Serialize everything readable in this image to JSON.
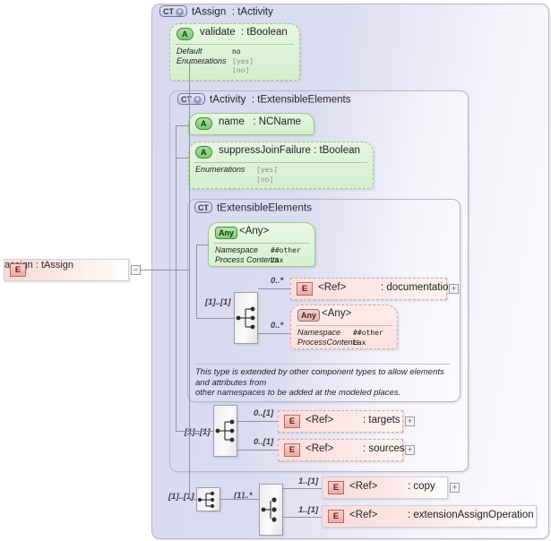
{
  "diagram": {
    "kind": "xml-schema-component-diagram",
    "root_element": {
      "badge": "E",
      "name": "assign",
      "type": ": tAssign"
    }
  },
  "frames": [
    {
      "id": "tAssign",
      "badge": "CT",
      "expandable": true,
      "title": "tAssign",
      "type": ": tActivity"
    },
    {
      "id": "tActivity",
      "badge": "CT",
      "expandable": true,
      "title": "tActivity",
      "type": ": tExtensibleElements"
    },
    {
      "id": "tExtensibleElements",
      "badge": "CT",
      "expandable": false,
      "title": "tExtensibleElements",
      "type": ""
    }
  ],
  "attributes": [
    {
      "id": "validate",
      "badge": "A",
      "name": "validate",
      "type": ": tBoolean",
      "props": [
        {
          "key": "Default",
          "value": "no",
          "muted": false
        },
        {
          "key": "Enumerations",
          "value": "[yes]",
          "muted": true
        },
        {
          "key": "",
          "value": "[no]",
          "muted": true
        }
      ]
    },
    {
      "id": "name",
      "badge": "A",
      "name": "name",
      "type": ": NCName",
      "props": []
    },
    {
      "id": "suppressJoinFailure",
      "badge": "A",
      "name": "suppressJoinFailure",
      "type": ": tBoolean",
      "props": [
        {
          "key": "Enumerations",
          "value": "[yes]",
          "muted": true
        },
        {
          "key": "",
          "value": "[no]",
          "muted": true
        }
      ]
    }
  ],
  "any_particles": [
    {
      "id": "any-green",
      "badge": "Any",
      "label": "<Any>",
      "color": "green",
      "props": [
        {
          "key": "Namespace",
          "value": "##other"
        },
        {
          "key": "Process Contents",
          "value": "Lax"
        }
      ]
    },
    {
      "id": "any-pink",
      "badge": "Any",
      "label": "<Any>",
      "color": "pink",
      "props": [
        {
          "key": "Namespace",
          "value": "##other"
        },
        {
          "key": "ProcessContents",
          "value": "Lax"
        }
      ]
    }
  ],
  "elements": [
    {
      "id": "documentation",
      "badge": "E",
      "ref": "<Ref>",
      "name": ": documentation",
      "cardinality": "0..*",
      "expandable": true
    },
    {
      "id": "targets",
      "badge": "E",
      "ref": "<Ref>",
      "name": ": targets",
      "cardinality": "0..[1]",
      "expandable": true
    },
    {
      "id": "sources",
      "badge": "E",
      "ref": "<Ref>",
      "name": ": sources",
      "cardinality": "0..[1]",
      "expandable": true
    },
    {
      "id": "copy",
      "badge": "E",
      "ref": "<Ref>",
      "name": ": copy",
      "cardinality": "1..[1]",
      "expandable": true
    },
    {
      "id": "extensionAssignOperation",
      "badge": "E",
      "ref": "<Ref>",
      "name": ": extensionAssignOperation",
      "cardinality": "1..[1]",
      "expandable": true
    }
  ],
  "connectors": [
    {
      "id": "seq-ext",
      "type": "sequence",
      "cardinality": "[1]..[1]"
    },
    {
      "id": "seq-activity",
      "type": "sequence",
      "cardinality": "[1]..[1]"
    },
    {
      "id": "seq-assign",
      "type": "sequence",
      "cardinality": "[1]..[1]"
    },
    {
      "id": "choice-assign",
      "type": "choice",
      "cardinality": "[1]..*"
    }
  ],
  "annotation": {
    "line1": "This type is extended by other component types to allow elements and attributes from",
    "line2": "other namespaces to be added at the modeled places."
  },
  "glyphs": {
    "plus": "+",
    "minus": "−"
  },
  "colors": {
    "frame_fill": "#dcdcf1",
    "attribute_fill": "#d9efd0",
    "element_fill": "#fbe2e0",
    "connector_fill": "#ececec",
    "line": "#8f8f9e"
  }
}
